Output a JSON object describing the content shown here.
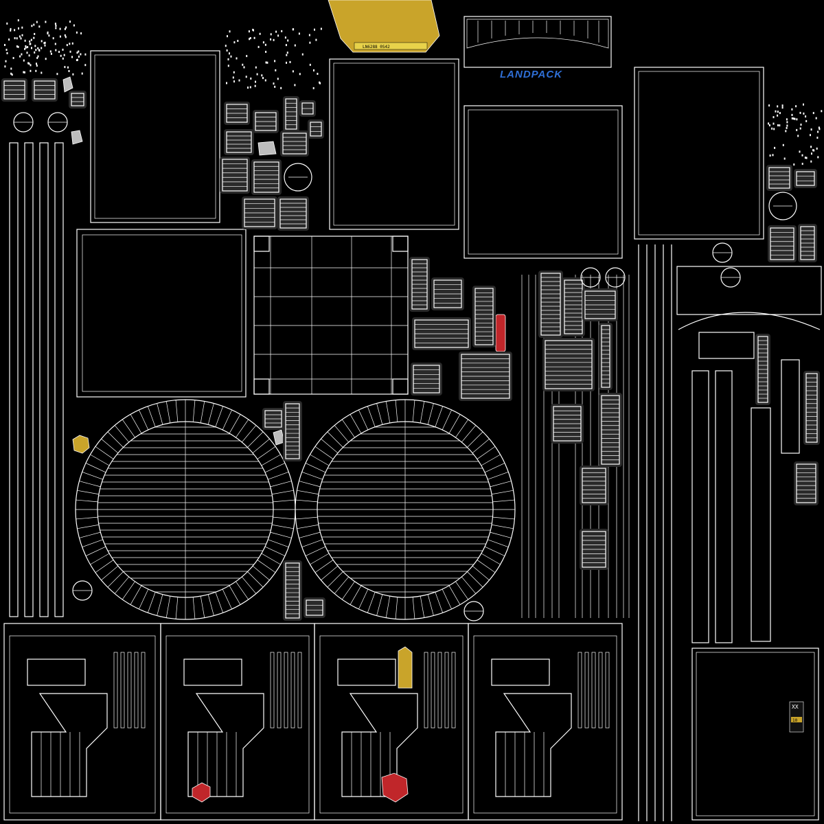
{
  "texture": {
    "logo_text": "LANDPACK",
    "bar_code_text": "LN6288 0S42",
    "badge_code": "XX",
    "badge_value": "10",
    "colors": {
      "background": "#000000",
      "wire": "#ffffff",
      "yellow": "#c9a42a",
      "red": "#c0262a",
      "logo_blue": "#2f6fd6",
      "grey": "#bdbdbd"
    }
  }
}
